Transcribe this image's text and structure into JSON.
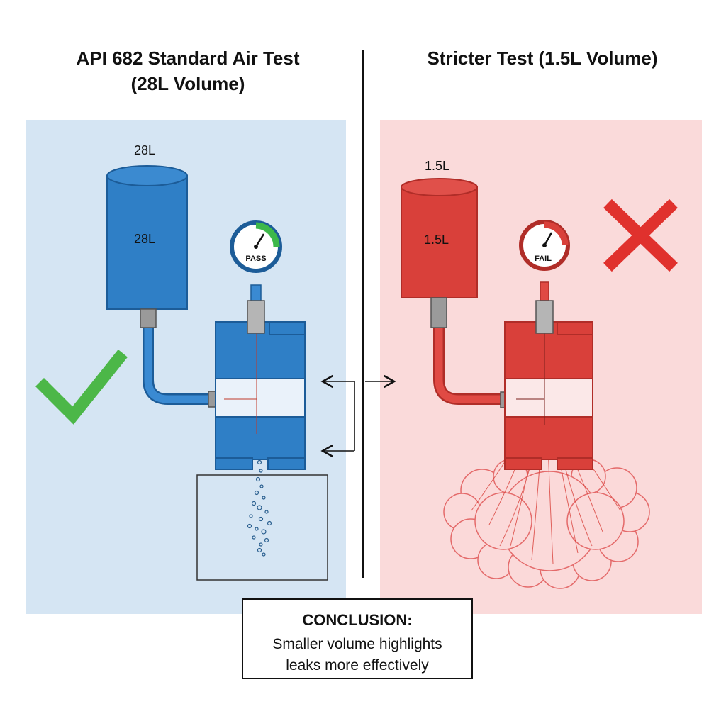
{
  "left": {
    "title_line1": "API 682 Standard Air Test",
    "title_line2": "(28L Volume)",
    "vessel_label_top": "28L",
    "vessel_label_body": "28L",
    "gauge_text": "PASS",
    "result": "pass",
    "accent_color": "#2f7fc6"
  },
  "right": {
    "title": "Stricter Test (1.5L Volume)",
    "vessel_label_top": "1.5L",
    "vessel_label_body": "1.5L",
    "gauge_text": "FAIL",
    "result": "fail",
    "accent_color": "#d9403a"
  },
  "conclusion": {
    "heading": "CONCLUSION:",
    "line1": "Smaller volume highlights",
    "line2": "leaks more effectively"
  },
  "icons": {
    "pass": "checkmark-icon",
    "fail": "cross-icon"
  }
}
